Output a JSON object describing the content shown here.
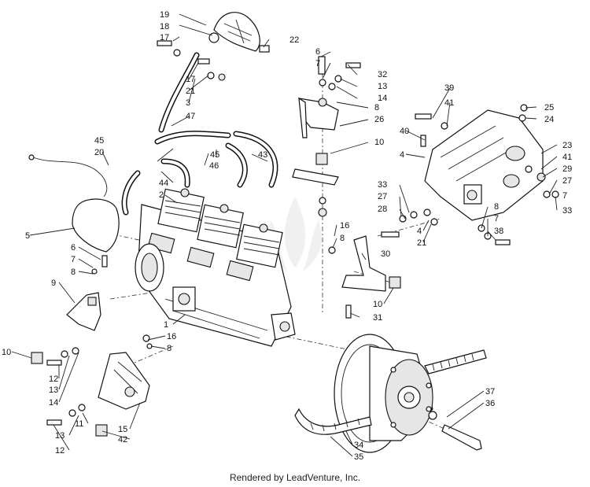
{
  "footer": "Rendered by LeadVenture, Inc.",
  "callouts": [
    "19",
    "18",
    "17",
    "22",
    "6",
    "7",
    "32",
    "13",
    "14",
    "17",
    "21",
    "3",
    "47",
    "8",
    "26",
    "39",
    "41",
    "25",
    "24",
    "45",
    "20",
    "45",
    "43",
    "10",
    "40",
    "4",
    "23",
    "41",
    "29",
    "27",
    "7",
    "33",
    "44",
    "46",
    "2",
    "33",
    "27",
    "28",
    "8",
    "7",
    "4",
    "21",
    "16",
    "38",
    "8",
    "5",
    "6",
    "7",
    "8",
    "9",
    "30",
    "10",
    "31",
    "1",
    "16",
    "8",
    "10",
    "12",
    "13",
    "14",
    "37",
    "36",
    "11",
    "13",
    "12",
    "15",
    "42",
    "34",
    "35"
  ]
}
